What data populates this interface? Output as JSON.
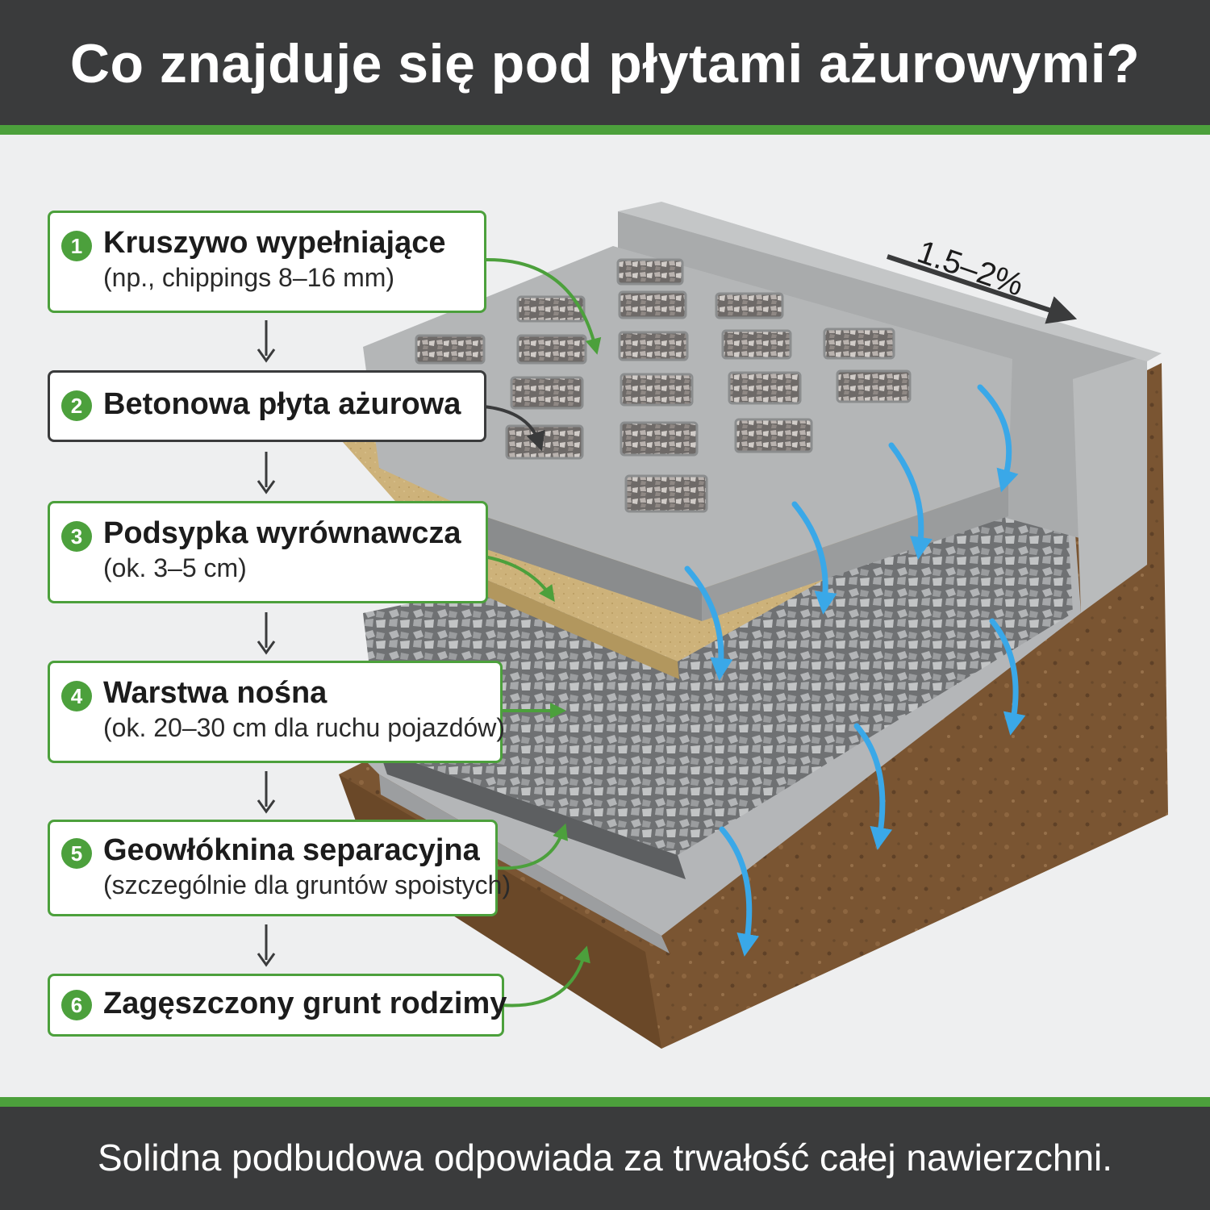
{
  "title": "Co znajduje się pod płytami ażurowymi?",
  "footer": "Solidna podbudowa odpowiada za trwałość całej nawierzchni.",
  "slope_label": "1.5–2%",
  "layers": [
    {
      "number": "1",
      "title": "Kruszywo wypełniające",
      "subtitle": "(np., chippings 8–16 mm)"
    },
    {
      "number": "2",
      "title": "Betonowa płyta ażurowa",
      "subtitle": ""
    },
    {
      "number": "3",
      "title": "Podsypka wyrównawcza",
      "subtitle": "(ok. 3–5 cm)"
    },
    {
      "number": "4",
      "title": "Warstwa nośna",
      "subtitle": "(ok. 20–30 cm dla ruchu pojazdów)"
    },
    {
      "number": "5",
      "title": "Geowłóknina separacyjna",
      "subtitle": "(szczególnie dla gruntów spoistych)"
    },
    {
      "number": "6",
      "title": "Zagęszczony grunt rodzimy",
      "subtitle": ""
    }
  ],
  "colors": {
    "header_bg": "#3a3b3c",
    "accent_green": "#4ca03c",
    "water_arrow": "#3aa8e8",
    "concrete": "#a9abac",
    "sand": "#cdb27a",
    "gravel": "#8e9092",
    "geotextile": "#b4b6b8",
    "soil": "#7a5532"
  }
}
